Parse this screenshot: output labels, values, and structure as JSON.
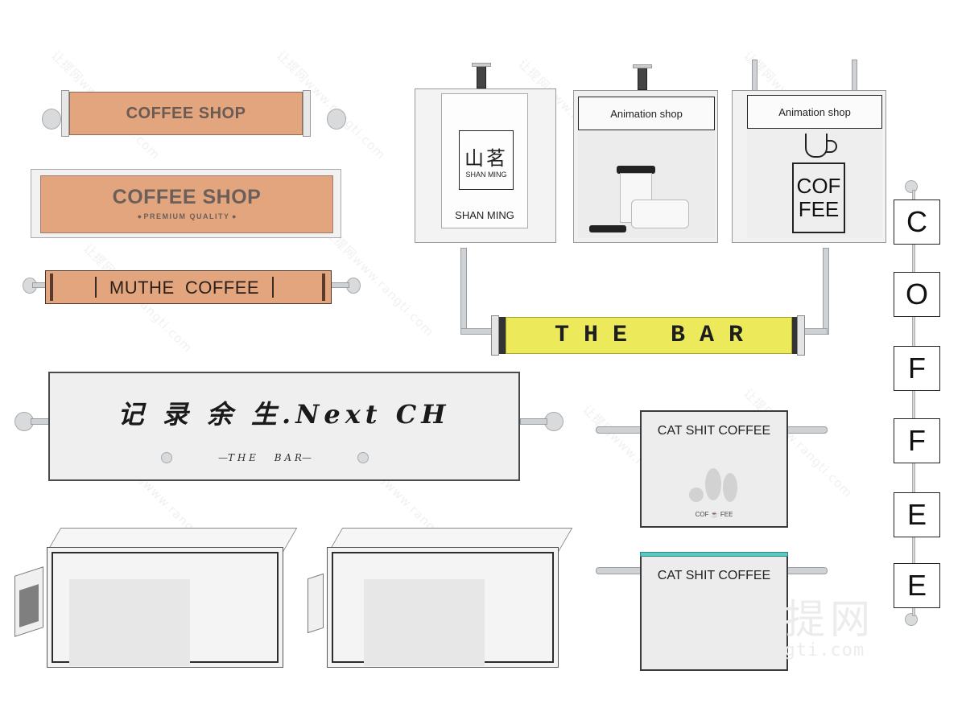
{
  "colors": {
    "orange": "#e3a57e",
    "yellow": "#ece95b",
    "teal": "#5cc6c3",
    "panel": "#eeeeee",
    "dark": "#2b1f1a"
  },
  "signs": {
    "coffee_shop_small": "COFFEE SHOP",
    "coffee_shop_large": "COFFEE SHOP",
    "premium_quality": "PREMIUM QUALITY",
    "muthe": "MUTHE  COFFEE",
    "shan_ming_cn": "山茗",
    "shan_ming_en_small": "SHAN MING",
    "shan_ming_en": "SHAN MING",
    "animation_shop_1": "Animation shop",
    "animation_shop_2": "Animation shop",
    "cof": "COF",
    "fee": "FEE",
    "the_bar": "T H E   B A R",
    "jilu": "记 录 余 生.Next CH",
    "the_bar_small": "—T H E      B A R—",
    "cat_shit_1": "CAT SHIT COFFEE",
    "cat_shit_2": "CAT SHIT COFFEE",
    "cof_fee_small": "COF ☕ FEE",
    "vertical_letters": [
      "C",
      "O",
      "F",
      "F",
      "E",
      "E"
    ]
  },
  "watermark": {
    "cn": "让提网",
    "url": "rangti.com",
    "diag": "让提网www.rangti.com"
  }
}
